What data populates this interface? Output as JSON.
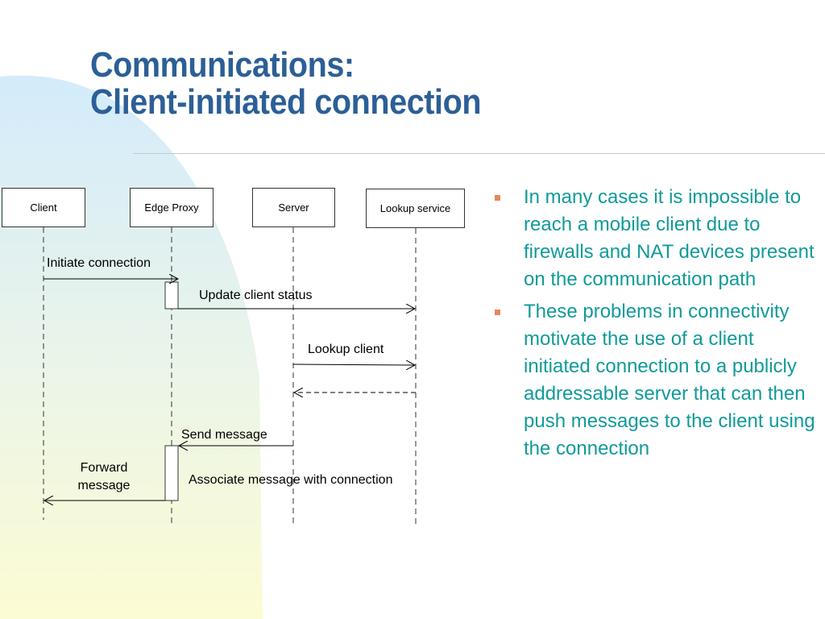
{
  "title": {
    "line1": "Communications:",
    "line2": "Client-initiated connection"
  },
  "participants": [
    {
      "id": "client",
      "label": "Client"
    },
    {
      "id": "edge_proxy",
      "label": "Edge Proxy"
    },
    {
      "id": "server",
      "label": "Server"
    },
    {
      "id": "lookup_service",
      "label": "Lookup service"
    }
  ],
  "messages": {
    "initiate": "Initiate connection",
    "update": "Update client status",
    "lookup": "Lookup client",
    "send": "Send message",
    "forward": "Forward message",
    "associate": "Associate message with connection"
  },
  "bullets": [
    "In many cases it is impossible to reach a mobile client due to firewalls and NAT devices present on the communication path",
    "These problems in connectivity motivate the use of a client initiated connection to a publicly addressable server that can then push messages to the client using the connection"
  ],
  "colors": {
    "title": "#2c5f96",
    "bullet_text": "#119a9a",
    "bullet_marker": "#e8875a",
    "bg_top": "#d6ecfb",
    "bg_bottom": "#fbfbd6"
  }
}
